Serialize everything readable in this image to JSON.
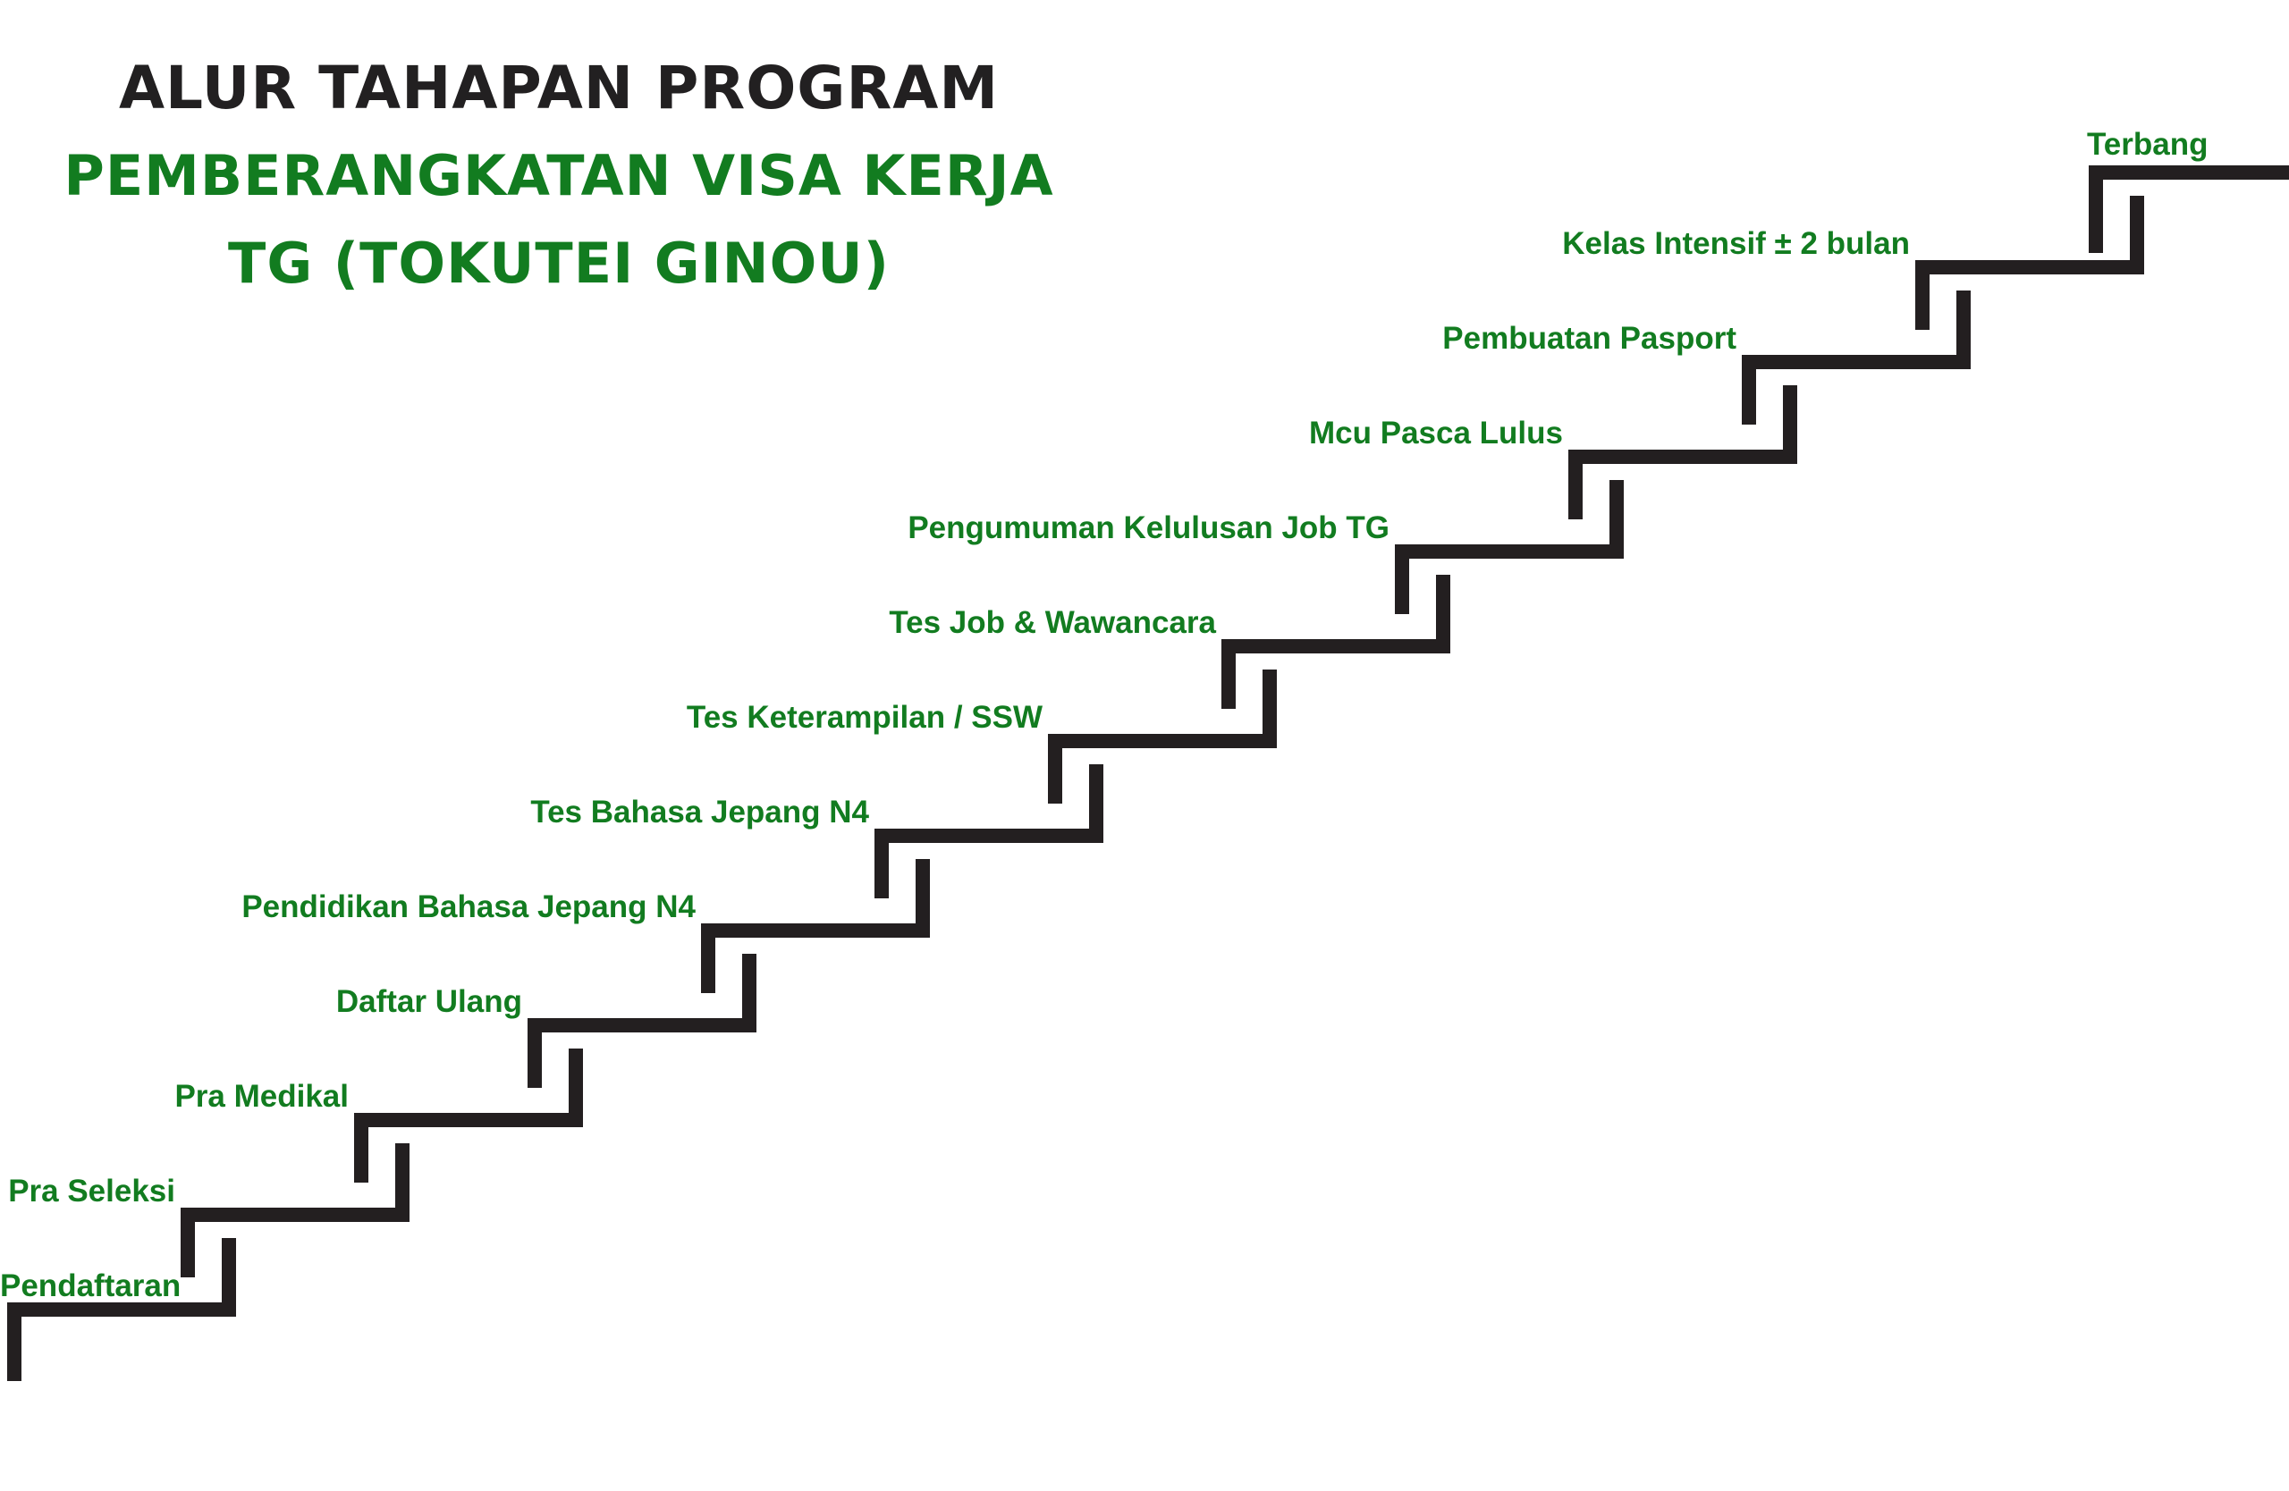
{
  "title": {
    "line1": "ALUR TAHAPAN PROGRAM",
    "line2": "PEMBERANGKATAN VISA KERJA",
    "line3": "TG (TOKUTEI GINOU)"
  },
  "colors": {
    "title_dark": "#222021",
    "accent_green": "#127c20",
    "stair": "#231f20",
    "background": "#ffffff"
  },
  "steps": [
    "Pendaftaran",
    "Pra Seleksi",
    "Pra Medikal",
    "Daftar Ulang",
    "Pendidikan Bahasa Jepang N4",
    "Tes Bahasa Jepang N4",
    "Tes Keterampilan / SSW",
    "Tes Job & Wawancara",
    "Pengumuman Kelulusan Job TG",
    "Mcu Pasca Lulus",
    "Pembuatan Pasport",
    "Kelas Intensif ± 2 bulan",
    "Terbang"
  ]
}
